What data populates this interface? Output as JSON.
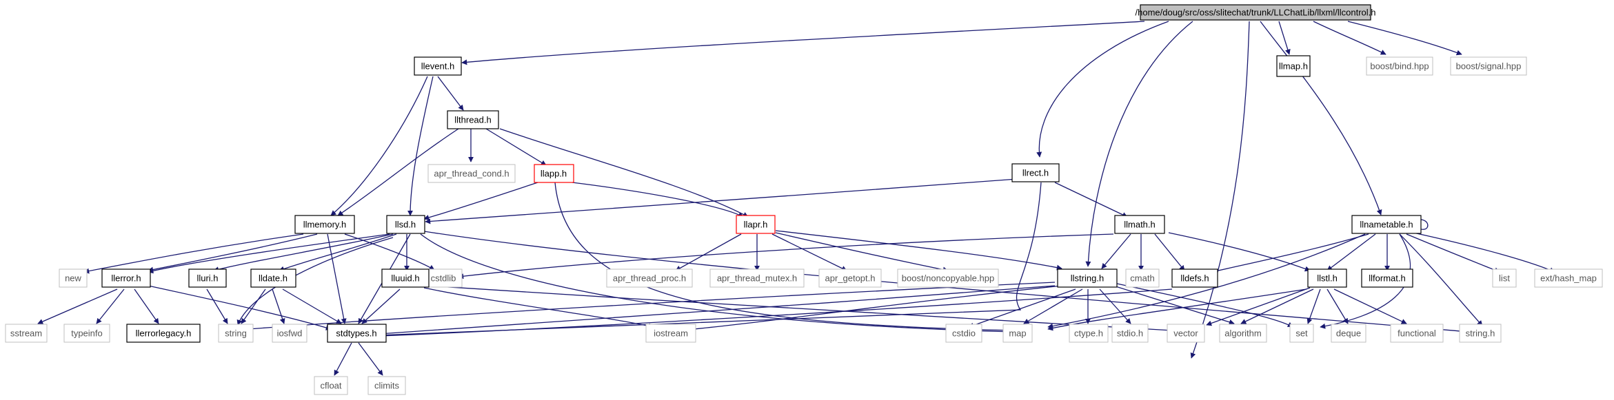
{
  "diagram": {
    "nodes": {
      "llcontrol": "/home/doug/src/oss/slitechat/trunk/LLChatLib/llxml/llcontrol.h",
      "llevent": "llevent.h",
      "llmap": "llmap.h",
      "boost_bind": "boost/bind.hpp",
      "boost_signal": "boost/signal.hpp",
      "llthread": "llthread.h",
      "apr_thread_cond": "apr_thread_cond.h",
      "llapp": "llapp.h",
      "llrect": "llrect.h",
      "llmemory": "llmemory.h",
      "llsd": "llsd.h",
      "llapr": "llapr.h",
      "llmath": "llmath.h",
      "llnametable": "llnametable.h",
      "new": "new",
      "llerror": "llerror.h",
      "lluri": "lluri.h",
      "cstdlib": "cstdlib",
      "lldate": "lldate.h",
      "lluuid": "lluuid.h",
      "apr_thread_proc": "apr_thread_proc.h",
      "apr_thread_mutex": "apr_thread_mutex.h",
      "apr_getopt": "apr_getopt.h",
      "boost_noncopyable": "boost/noncopyable.hpp",
      "llstring": "llstring.h",
      "cmath": "cmath",
      "lldefs": "lldefs.h",
      "llstl": "llstl.h",
      "llformat": "llformat.h",
      "list": "list",
      "ext_hash_map": "ext/hash_map",
      "sstream": "sstream",
      "typeinfo": "typeinfo",
      "llerrorlegacy": "llerrorlegacy.h",
      "string": "string",
      "iosfwd": "iosfwd",
      "stdtypes": "stdtypes.h",
      "iostream": "iostream",
      "cstdio": "cstdio",
      "map": "map",
      "ctype": "ctype.h",
      "stdio": "stdio.h",
      "vector": "vector",
      "algorithm": "algorithm",
      "set": "set",
      "deque": "deque",
      "functional": "functional",
      "string_h": "string.h",
      "cfloat": "cfloat",
      "climits": "climits"
    }
  }
}
